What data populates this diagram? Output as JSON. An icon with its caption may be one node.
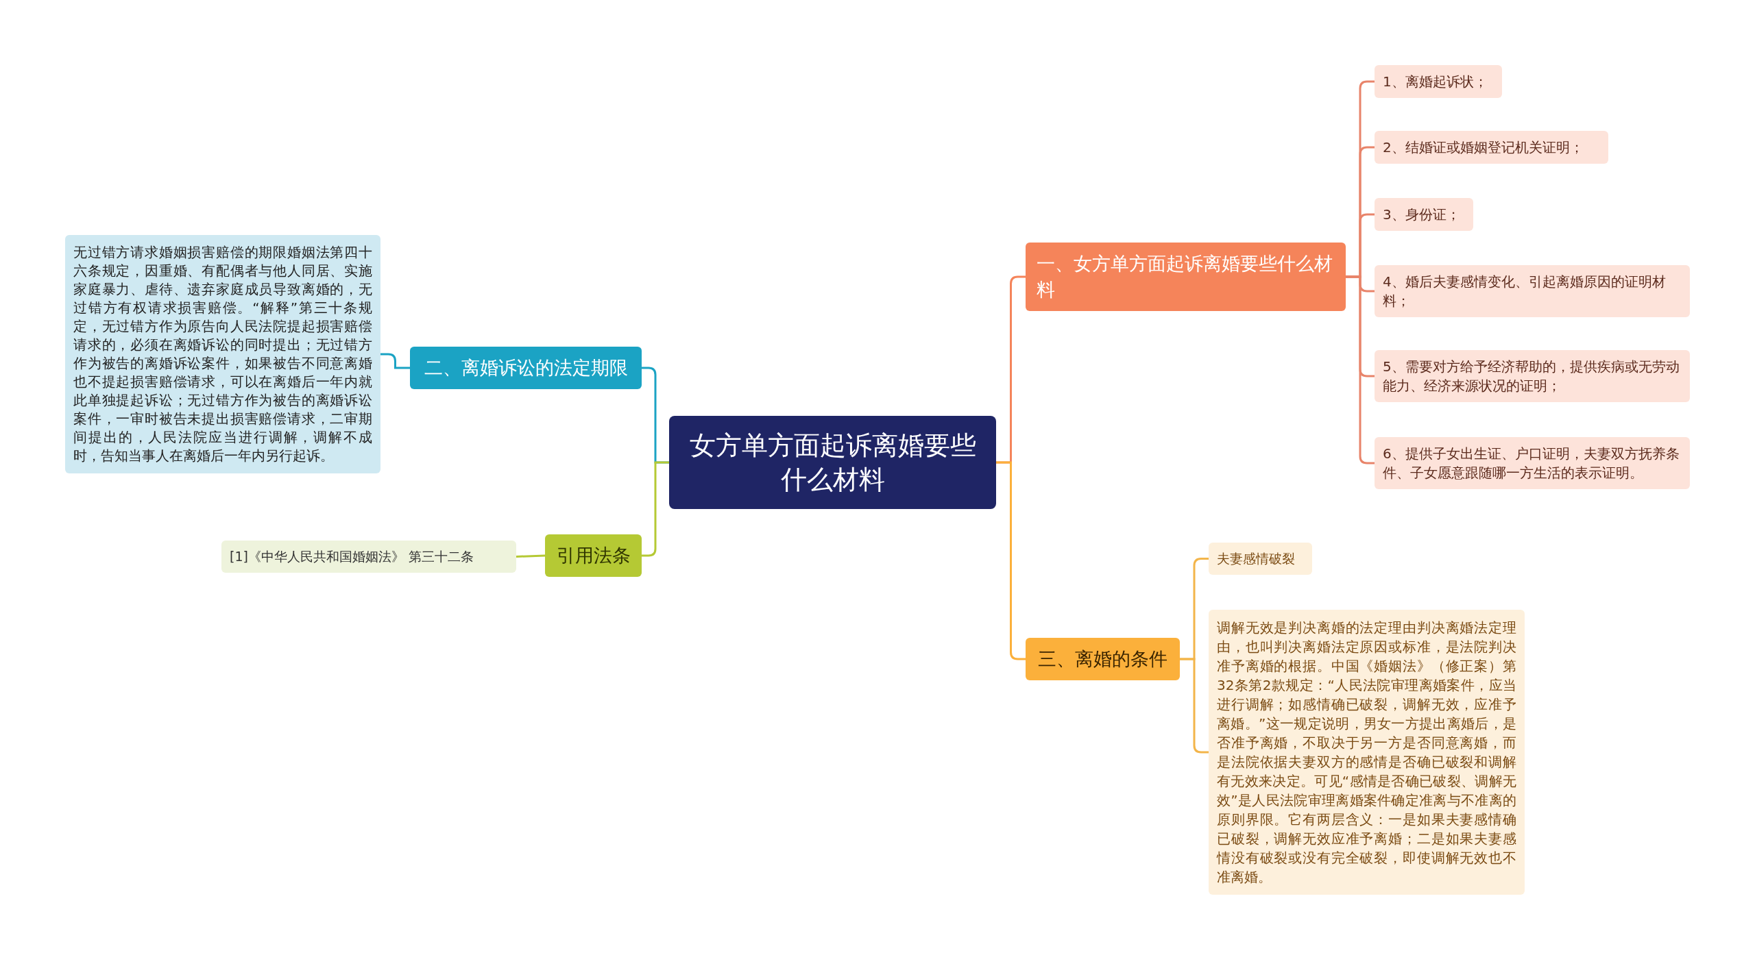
{
  "diagram": {
    "nodes": [
      {
        "text": [
          "女方单方面起诉离婚要些什么材料"
        ]
      },
      {
        "text": [
          "一、女方单方面起诉离婚要些什么材料"
        ]
      },
      {
        "text": [
          "1、离婚起诉状；"
        ]
      },
      {
        "text": [
          "2、结婚证或婚姻登记机关证明；"
        ]
      },
      {
        "text": [
          "3、身份证；"
        ]
      },
      {
        "text": [
          "4、婚后夫妻感情变化、引起离婚原因的证明材料；"
        ]
      },
      {
        "text": [
          "5、需要对方给予经济帮助的，提供疾病或无劳动能力、经济来源状况的证明；"
        ]
      },
      {
        "text": [
          "6、提供子女出生证、户口证明，夫妻双方抚养条件、子女愿意跟随哪一方生活的表示证明。"
        ]
      },
      {
        "text": [
          "二、离婚诉讼的法定期限"
        ]
      },
      {
        "text": [
          "无过错方请求婚姻损害赔偿的期限婚姻法第四十六条规定，因重婚、有配偶者与他人同居、实施家庭暴力、虐待、遗弃家庭成员导致离婚的，无过错方有权请求损害赔偿。“解释”第三十条规定，无过错方作为原告向人民法院提起损害赔偿请求的，必须在离婚诉讼的同时提出；无过错方作为被告的离婚诉讼案件，如果被告不同意离婚也不提起损害赔偿请求，可以在离婚后一年内就此单独提起诉讼；无过错方作为被告的离婚诉讼案件，一审时被告未提出损害赔偿请求，二审期间提出的，人民法院应当进行调解，调解不成时，告知当事人在离婚后一年内另行起诉。"
        ]
      },
      {
        "text": [
          "三、离婚的条件"
        ]
      },
      {
        "text": [
          "夫妻感情破裂"
        ]
      },
      {
        "text": [
          "调解无效是判决离婚的法定理由判决离婚法定理由，也叫判决离婚法定原因或标准，是法院判决准予离婚的根据。中国《婚姻法》（修正案）第32条第2款规定：“人民法院审理离婚案件，应当进行调解；如感情确已破裂，调解无效，应准予离婚。”这一规定说明，男女一方提出离婚后，是否准予离婚，不取决于另一方是否同意离婚，而是法院依据夫妻双方的感情是否确已破裂和调解有无效来决定。可见“感情是否确已破裂、调解无效”是人民法院审理离婚案件确定准离与不准离的原则界限。它有两层含义：一是如果夫妻感情确已破裂，调解无效应准予离婚；二是如果夫妻感情没有破裂或没有完全破裂，即使调解无效也不准离婚。"
        ]
      },
      {
        "text": [
          "引用法条"
        ]
      },
      {
        "text": [
          "[1]《中华人民共和国婚姻法》 第三十二条"
        ]
      }
    ],
    "edges": [
      {
        "from": 0,
        "to": 1,
        "arrow": "none",
        "color": "#f5845a"
      },
      {
        "from": 1,
        "to": 2,
        "arrow": "none",
        "color": "#e8846a"
      },
      {
        "from": 1,
        "to": 3,
        "arrow": "none",
        "color": "#e8846a"
      },
      {
        "from": 1,
        "to": 4,
        "arrow": "none",
        "color": "#e8846a"
      },
      {
        "from": 1,
        "to": 5,
        "arrow": "none",
        "color": "#e8846a"
      },
      {
        "from": 1,
        "to": 6,
        "arrow": "none",
        "color": "#e8846a"
      },
      {
        "from": 1,
        "to": 7,
        "arrow": "none",
        "color": "#e8846a"
      },
      {
        "from": 0,
        "to": 8,
        "arrow": "none",
        "color": "#1ba3c4"
      },
      {
        "from": 8,
        "to": 9,
        "arrow": "none",
        "color": "#1ba3c4"
      },
      {
        "from": 0,
        "to": 10,
        "arrow": "none",
        "color": "#fbb03b"
      },
      {
        "from": 10,
        "to": 11,
        "arrow": "none",
        "color": "#f3b54a"
      },
      {
        "from": 10,
        "to": 12,
        "arrow": "none",
        "color": "#f3b54a"
      },
      {
        "from": 0,
        "to": 13,
        "arrow": "none",
        "color": "#b5c934"
      },
      {
        "from": 13,
        "to": 14,
        "arrow": "none",
        "color": "#b5c934"
      }
    ]
  }
}
